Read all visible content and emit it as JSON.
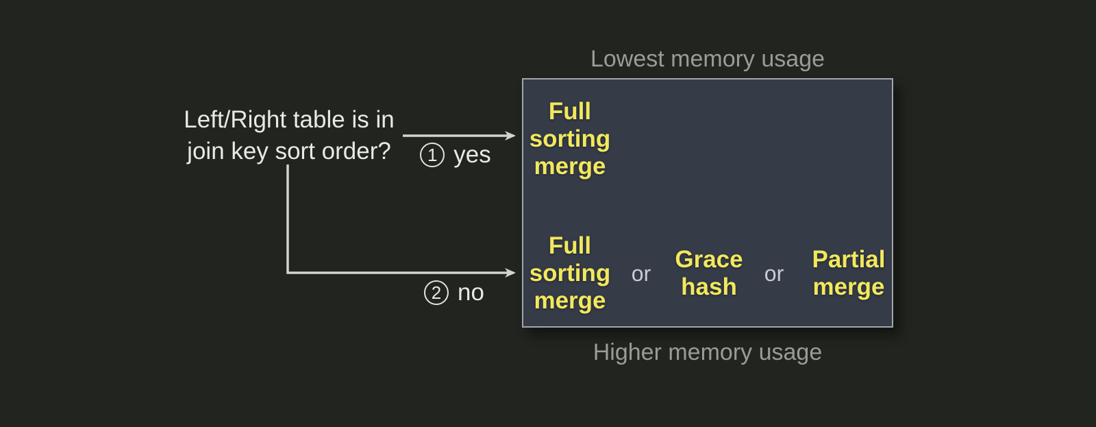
{
  "question": {
    "text": "Left/Right table is in\njoin key sort order?"
  },
  "branches": {
    "yes": {
      "number": "1",
      "label": "yes"
    },
    "no": {
      "number": "2",
      "label": "no"
    }
  },
  "memory_scale": {
    "top": "Lowest memory usage",
    "bottom": "Higher memory usage"
  },
  "algorithms": {
    "yes_row": {
      "alg1": "Full\nsorting\nmerge"
    },
    "no_row": {
      "alg1": "Full\nsorting\nmerge",
      "or1": "or",
      "alg2": "Grace\nhash",
      "or2": "or",
      "alg3": "Partial\nmerge"
    }
  },
  "colors": {
    "background": "#22241f",
    "box_fill": "#363b48",
    "box_border": "#a2a6ae",
    "algorithm_text": "#f2e85c",
    "primary_text": "#e9eae5",
    "muted_text": "#9b9b97",
    "or_text": "#c9ccd1",
    "arrow": "#d2d4cf"
  }
}
